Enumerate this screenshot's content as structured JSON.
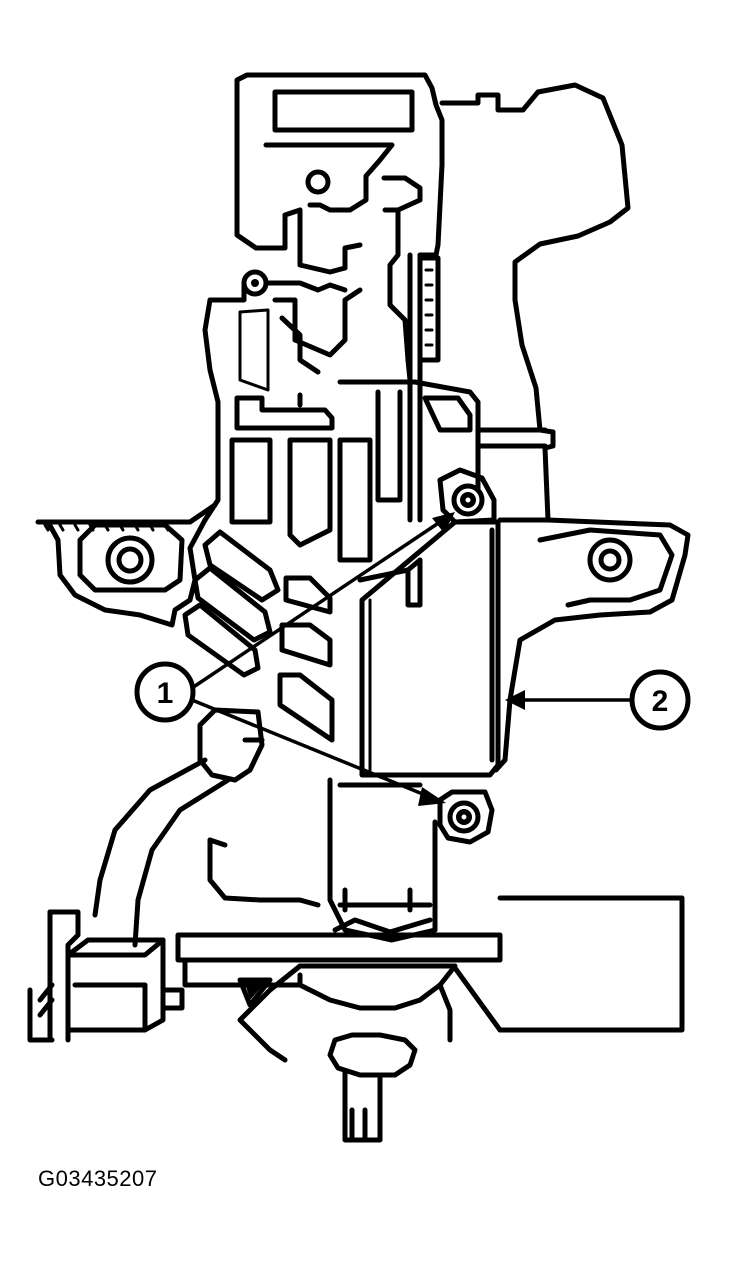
{
  "figure": {
    "id_text": "G03435207"
  },
  "callouts": [
    {
      "number": "1",
      "target": "bolts"
    },
    {
      "number": "2",
      "target": "module"
    }
  ],
  "colors": {
    "ink": "#000000",
    "paper": "#ffffff"
  }
}
